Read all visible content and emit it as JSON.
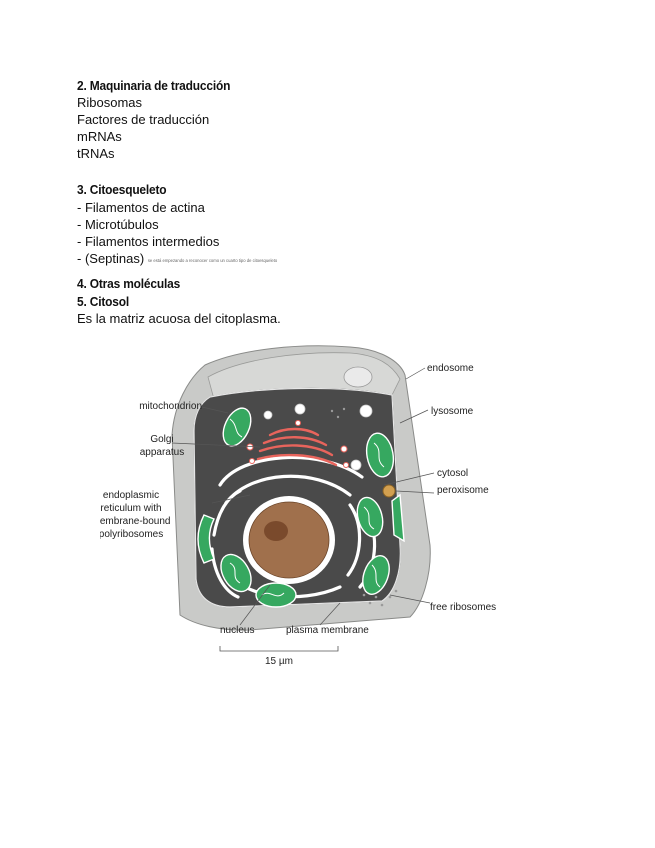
{
  "sections": {
    "s2": {
      "title": "2. Maquinaria de traducción",
      "items": [
        "Ribosomas",
        "Factores de traducción",
        "mRNAs",
        "tRNAs"
      ]
    },
    "s3": {
      "title": "3. Citoesqueleto",
      "items": [
        "- Filamentos de actina",
        "- Microtúbulos",
        "- Filamentos intermedios",
        "- (Septinas)"
      ],
      "note": "se está empezando a reconocer como un cuarto tipo de citoesqueleto"
    },
    "s4": {
      "title": "4. Otras moléculas"
    },
    "s5": {
      "title": "5. Citosol",
      "text": "Es la matriz acuosa del citoplasma."
    }
  },
  "figure": {
    "labels": {
      "mitochondrion": "mitochondrion",
      "golgi_1": "Golgi",
      "golgi_2": "apparatus",
      "er_1": "endoplasmic",
      "er_2": "reticulum with",
      "er_3": "membrane-bound",
      "er_4": "polyribosomes",
      "endosome": "endosome",
      "lysosome": "lysosome",
      "cytosol": "cytosol",
      "peroxisome": "peroxisome",
      "free_ribosomes": "free ribosomes",
      "nucleus": "nucleus",
      "plasma_membrane": "plasma membrane",
      "scale": "15 µm"
    },
    "colors": {
      "cell_outer": "#c9cac8",
      "cytoplasm": "#4a4a4a",
      "mitochondria": "#36a860",
      "golgi": "#e8645c",
      "nucleus": "#a0704c",
      "peroxisome": "#d2a050"
    }
  }
}
